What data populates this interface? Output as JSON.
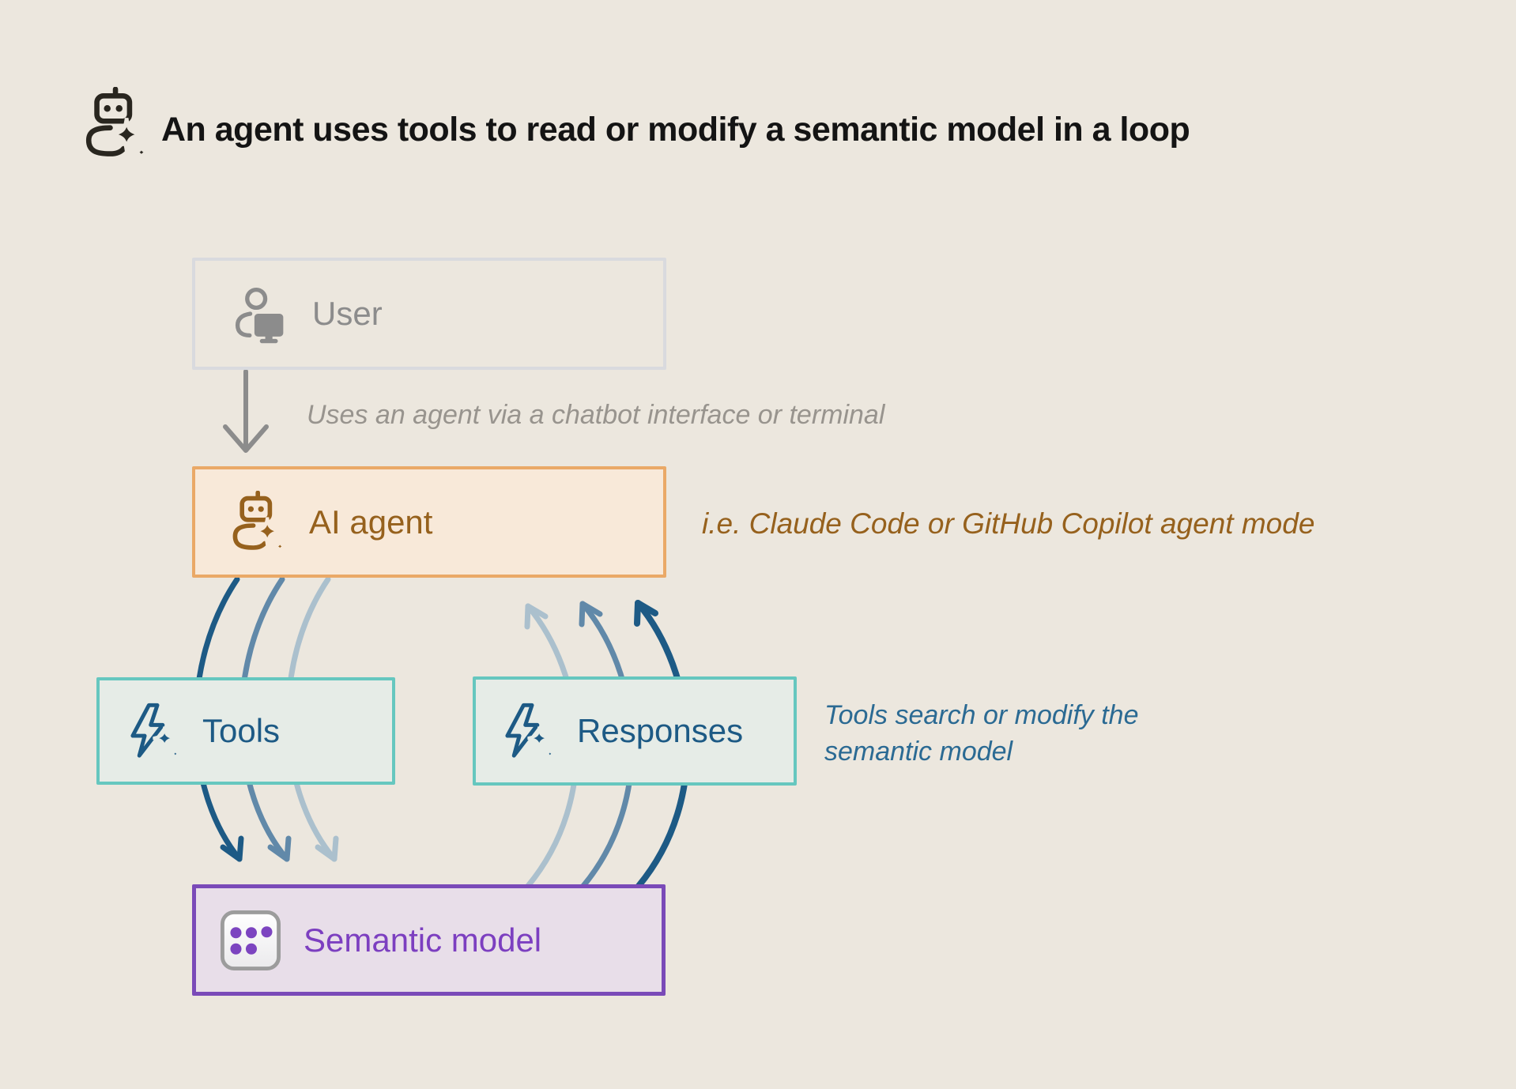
{
  "title": "An agent uses tools to read or modify a semantic model in a loop",
  "diagram": {
    "user": {
      "label": "User",
      "icon": "user-at-computer-icon"
    },
    "user_to_agent_caption": "Uses an agent via a chatbot interface or terminal",
    "ai_agent": {
      "label": "AI agent",
      "icon": "robot-sparkle-icon",
      "annotation": "i.e. Claude Code or GitHub Copilot agent mode"
    },
    "tools": {
      "label": "Tools",
      "icon": "bolt-sparkle-icon"
    },
    "responses": {
      "label": "Responses",
      "icon": "bolt-sparkle-icon"
    },
    "loop_annotation": "Tools search or modify the semantic model",
    "semantic_model": {
      "label": "Semantic model",
      "icon": "semantic-model-dots-icon"
    }
  },
  "colors": {
    "background": "#ece7de",
    "title_text": "#141414",
    "user_gray": "#8c8c8c",
    "user_border": "#d9dade",
    "agent_border": "#eaa967",
    "agent_fill": "#f8e9d9",
    "agent_brown": "#96611d",
    "teal_border": "#66c7bf",
    "teal_fill": "#e6ece7",
    "arrow_dark_blue": "#1d5a85",
    "arrow_medium_blue": "#6189a9",
    "arrow_light_blue": "#abc0cd",
    "loop_annotation_blue": "#2b6a93",
    "semantic_border": "#7a4ab8",
    "semantic_fill": "#e8dee9",
    "semantic_purple": "#7c3fc0"
  }
}
